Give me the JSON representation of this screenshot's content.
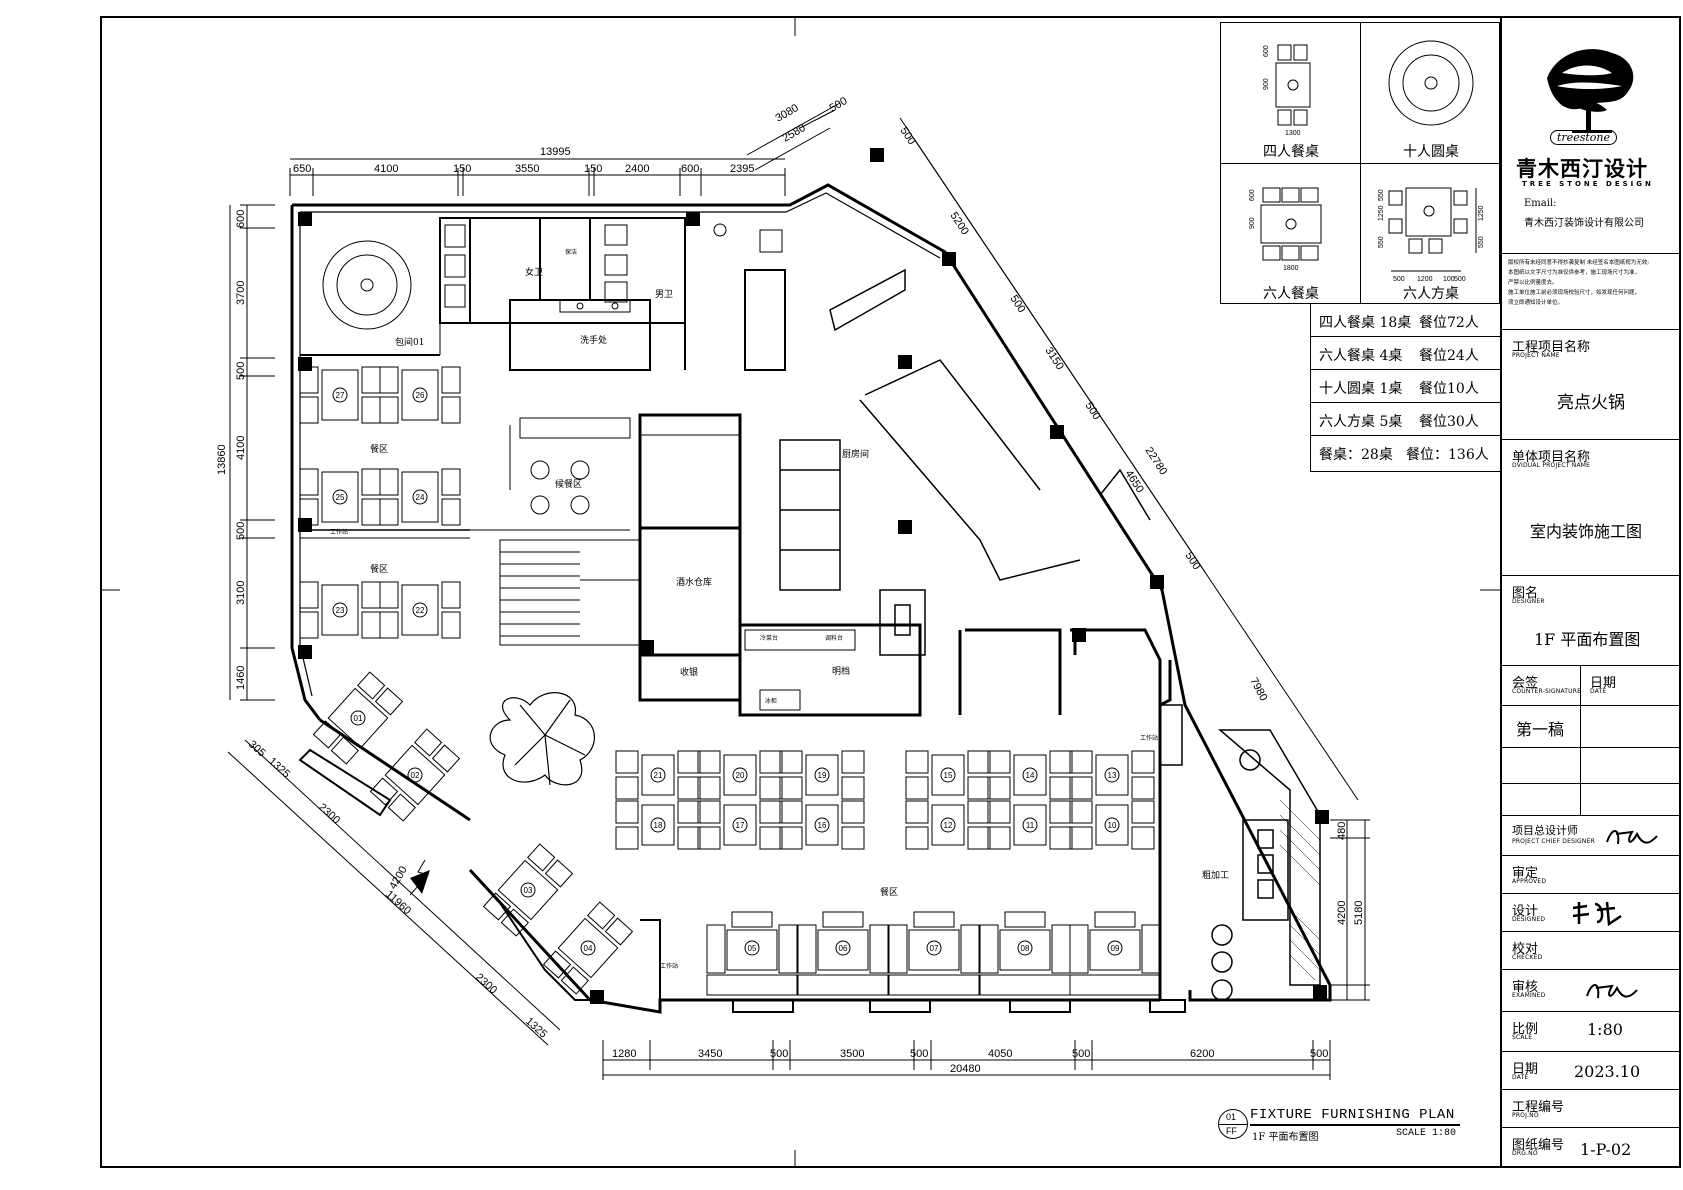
{
  "plan": {
    "top_dims": [
      "650",
      "4100",
      "150",
      "3550",
      "150",
      "2400",
      "600",
      "2395"
    ],
    "top_total": "13995",
    "diag_dims": [
      "3080",
      "2580",
      "500"
    ],
    "left_dims": [
      "600",
      "3700",
      "500",
      "4100",
      "500",
      "3100",
      "1460"
    ],
    "left_total": "13860",
    "bottom_dims": [
      "1280",
      "3450",
      "500",
      "3500",
      "500",
      "4050",
      "500",
      "6200",
      "500"
    ],
    "bottom_total": "20480",
    "right_diag_dims": [
      "500",
      "5200",
      "500",
      "3150",
      "500",
      "4650",
      "500",
      "7980"
    ],
    "right_diag_total": "22780",
    "right_dims": [
      "480",
      "4200",
      "5180"
    ],
    "lower_left_dims": [
      "305",
      "1325",
      "2300",
      "4200",
      "11960",
      "2300",
      "1325"
    ],
    "rooms": {
      "private_room": "包间01",
      "female_wc": "女卫",
      "male_wc": "男卫",
      "wash": "洗手处",
      "cleaning": "保洁",
      "dining_area": "餐区",
      "waiting_area": "候餐区",
      "kitchen": "厨房间",
      "wine_storage": "酒水仓库",
      "cashier": "收银",
      "bright_stall": "明档",
      "workstation": "工作站",
      "coarse_processing": "粗加工",
      "ice": "冰柜",
      "cold_dish": "冷菜台",
      "seasoning": "调料台"
    },
    "tables_4": [
      "27",
      "26",
      "25",
      "24",
      "23",
      "22",
      "21",
      "20",
      "19",
      "18",
      "17",
      "16",
      "15",
      "14",
      "13",
      "12",
      "11",
      "10"
    ],
    "tables_6sq": [
      "01",
      "02",
      "03",
      "04"
    ],
    "tables_6": [
      "05",
      "06",
      "07",
      "08",
      "09"
    ]
  },
  "legend": {
    "four_table": "四人餐桌",
    "ten_round": "十人圆桌",
    "six_table": "六人餐桌",
    "six_square": "六人方桌",
    "dims_four": [
      "600",
      "900",
      "1300"
    ],
    "dims_six": [
      "600",
      "900",
      "1800"
    ],
    "dims_six_sq": [
      "500",
      "1200",
      "1250",
      "550",
      "550",
      "1250",
      "100",
      "500",
      "550"
    ],
    "rows": [
      {
        "a": "四人餐桌 18桌",
        "b": "餐位72人"
      },
      {
        "a": "六人餐桌 4桌",
        "b": "餐位24人"
      },
      {
        "a": "十人圆桌 1桌",
        "b": "餐位10人"
      },
      {
        "a": "六人方桌 5桌",
        "b": "餐位30人"
      },
      {
        "a": "餐桌：28桌",
        "b": "餐位：136人"
      }
    ]
  },
  "title_block": {
    "company_name": "青木西汀设计",
    "company_en": "TREE STONE DESIGN",
    "logo_script": "treestone",
    "email_label": "Email:",
    "company_full": "青木西汀装饰设计有限公司",
    "notes": [
      "版权所有未经同意不得抄袭复制 未经签名本图纸视为无效;",
      "本图纸以文字尺寸为准仅供参考，施工现场尺寸为准，",
      "严禁以比例量度去。",
      "施工单位施工前必须现场校验尺寸，如发现任何问题，",
      "须立即通知设计单位。"
    ],
    "project_label": "工程项目名称",
    "project_label_en": "PROJECT NAME",
    "project_name": "亮点火锅",
    "sub_label": "单体项目名称",
    "sub_label_en": "DVIDUAL PROJECT NAME",
    "sub_name": "室内装饰施工图",
    "drawing_label": "图名",
    "drawing_label_en": "DESIGNER",
    "drawing_name": "1F 平面布置图",
    "sign_label": "会签",
    "sign_label_en": "COUNTER-SIGNATURE",
    "date_label": "日期",
    "date_label_en": "DATE",
    "draft": "第一稿",
    "chief_label": "项目总设计师",
    "chief_label_en": "PROJECT CHIEF DESIGNER",
    "approved_label": "审定",
    "approved_label_en": "APPROVED",
    "design_label": "设计",
    "design_label_en": "DESIGNED",
    "checked_label": "校对",
    "checked_label_en": "CHECKED",
    "examined_label": "审核",
    "examined_label_en": "EXAMINED",
    "scale_label": "比例",
    "scale_label_en": "SCALE",
    "scale_value": "1:80",
    "date2_label": "日期",
    "date2_label_en": "DATE",
    "date_value": "2023.10",
    "proj_no_label": "工程编号",
    "proj_no_label_en": "PROJ.NO",
    "drg_no_label": "图纸编号",
    "drg_no_label_en": "DRG.NO",
    "drg_no": "1-P-02"
  },
  "caption": {
    "num_top": "01",
    "num_bottom": "FF",
    "title_en": "FIXTURE FURNISHING PLAN",
    "title_zh": "1F 平面布置图",
    "scale": "SCALE 1:80"
  }
}
